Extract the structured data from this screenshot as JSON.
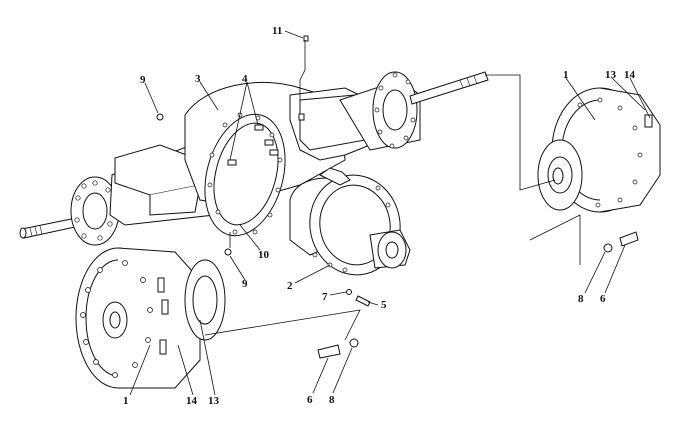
{
  "diagram": {
    "callouts": [
      {
        "id": "c-11",
        "text": "11"
      },
      {
        "id": "c-9a",
        "text": "9"
      },
      {
        "id": "c-3",
        "text": "3"
      },
      {
        "id": "c-4",
        "text": "4"
      },
      {
        "id": "c-10",
        "text": "10"
      },
      {
        "id": "c-9b",
        "text": "9"
      },
      {
        "id": "c-2",
        "text": "2"
      },
      {
        "id": "c-7",
        "text": "7"
      },
      {
        "id": "c-5",
        "text": "5"
      },
      {
        "id": "c-1a",
        "text": "1"
      },
      {
        "id": "c-13a",
        "text": "13"
      },
      {
        "id": "c-14a",
        "text": "14"
      },
      {
        "id": "c-8a",
        "text": "8"
      },
      {
        "id": "c-6a",
        "text": "6"
      },
      {
        "id": "c-1b",
        "text": "1"
      },
      {
        "id": "c-14b",
        "text": "14"
      },
      {
        "id": "c-13b",
        "text": "13"
      },
      {
        "id": "c-6b",
        "text": "6"
      },
      {
        "id": "c-8b",
        "text": "8"
      }
    ]
  }
}
